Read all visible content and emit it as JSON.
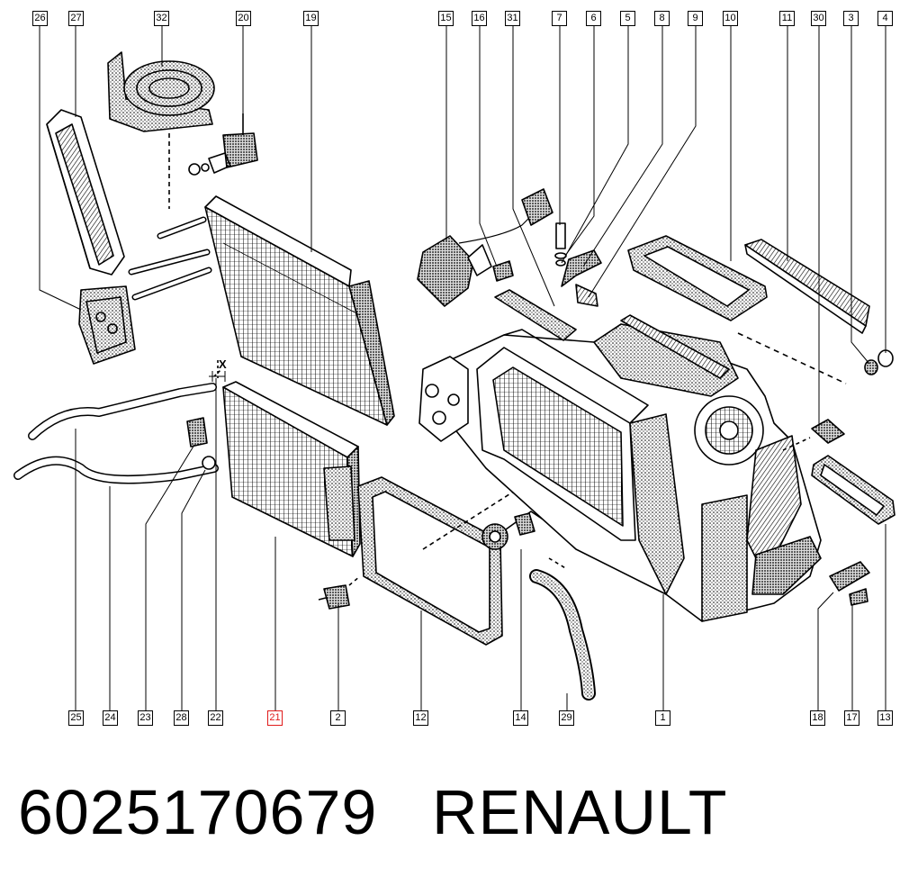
{
  "diagram": {
    "type": "exploded-parts-diagram",
    "callouts": [
      "26",
      "27",
      "32",
      "20",
      "19",
      "15",
      "16",
      "31",
      "7",
      "6",
      "5",
      "8",
      "9",
      "10",
      "11",
      "30",
      "3",
      "4",
      "25",
      "24",
      "23",
      "28",
      "22",
      "21",
      "2",
      "12",
      "14",
      "29",
      "1",
      "18",
      "17",
      "13"
    ],
    "highlighted_callout": "21",
    "dimension_label": "X",
    "colors": {
      "line": "#000000",
      "highlight": "#e01b1b",
      "background": "#ffffff"
    }
  },
  "caption": {
    "part_number": "6025170679",
    "brand": "RENAULT"
  }
}
